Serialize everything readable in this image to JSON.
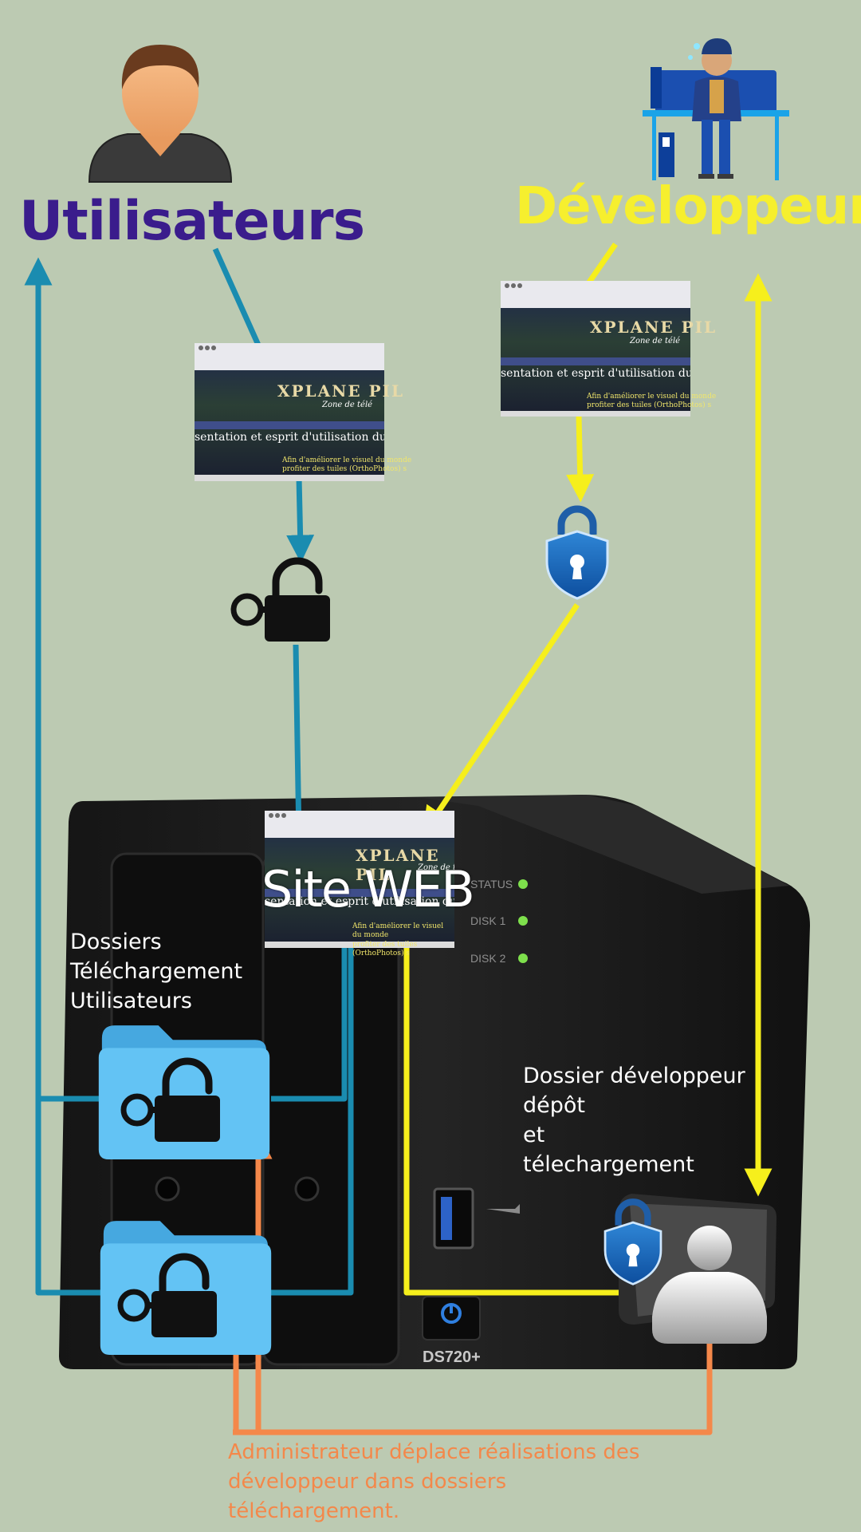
{
  "labels": {
    "users": "Utilisateurs",
    "developers": "Développeurs",
    "site_web": "Site WEB",
    "user_folders": [
      "Dossiers",
      "Téléchargement",
      "Utilisateurs"
    ],
    "dev_folder": [
      "Dossier développeur",
      "dépôt",
      "et",
      "télechargement"
    ],
    "admin_note": [
      "Administrateur déplace réalisations  des",
      "développeur dans dossiers",
      "téléchargement."
    ]
  },
  "nas": {
    "model": "DS720+",
    "led_labels": [
      "STATUS",
      "DISK 1",
      "DISK 2"
    ]
  },
  "website_thumbnail": {
    "title": "XPLANE PIL",
    "subtitle": "Zone de télé",
    "heading": "sentation et esprit d'utilisation du site",
    "body": [
      "Afin d'améliorer le visuel du monde",
      "profiter des tuiles (OrthoPhotos) s"
    ]
  },
  "icons": [
    "user-avatar-icon",
    "developer-at-desk-icon",
    "padlock-key-icon",
    "shield-lock-icon",
    "folder-lock-icon",
    "secure-user-folder-icon",
    "nas-server-icon"
  ],
  "colors": {
    "background": "#bccab2",
    "user_flow": "#1a8cb0",
    "developer_flow": "#f6ef1c",
    "admin_flow": "#f4884a",
    "users_title": "#3a1c8c",
    "developers_title": "#f6ef2e",
    "folder": "#63c3f4",
    "nas_body": "#1c1c1c",
    "led": "#7ee04c"
  }
}
